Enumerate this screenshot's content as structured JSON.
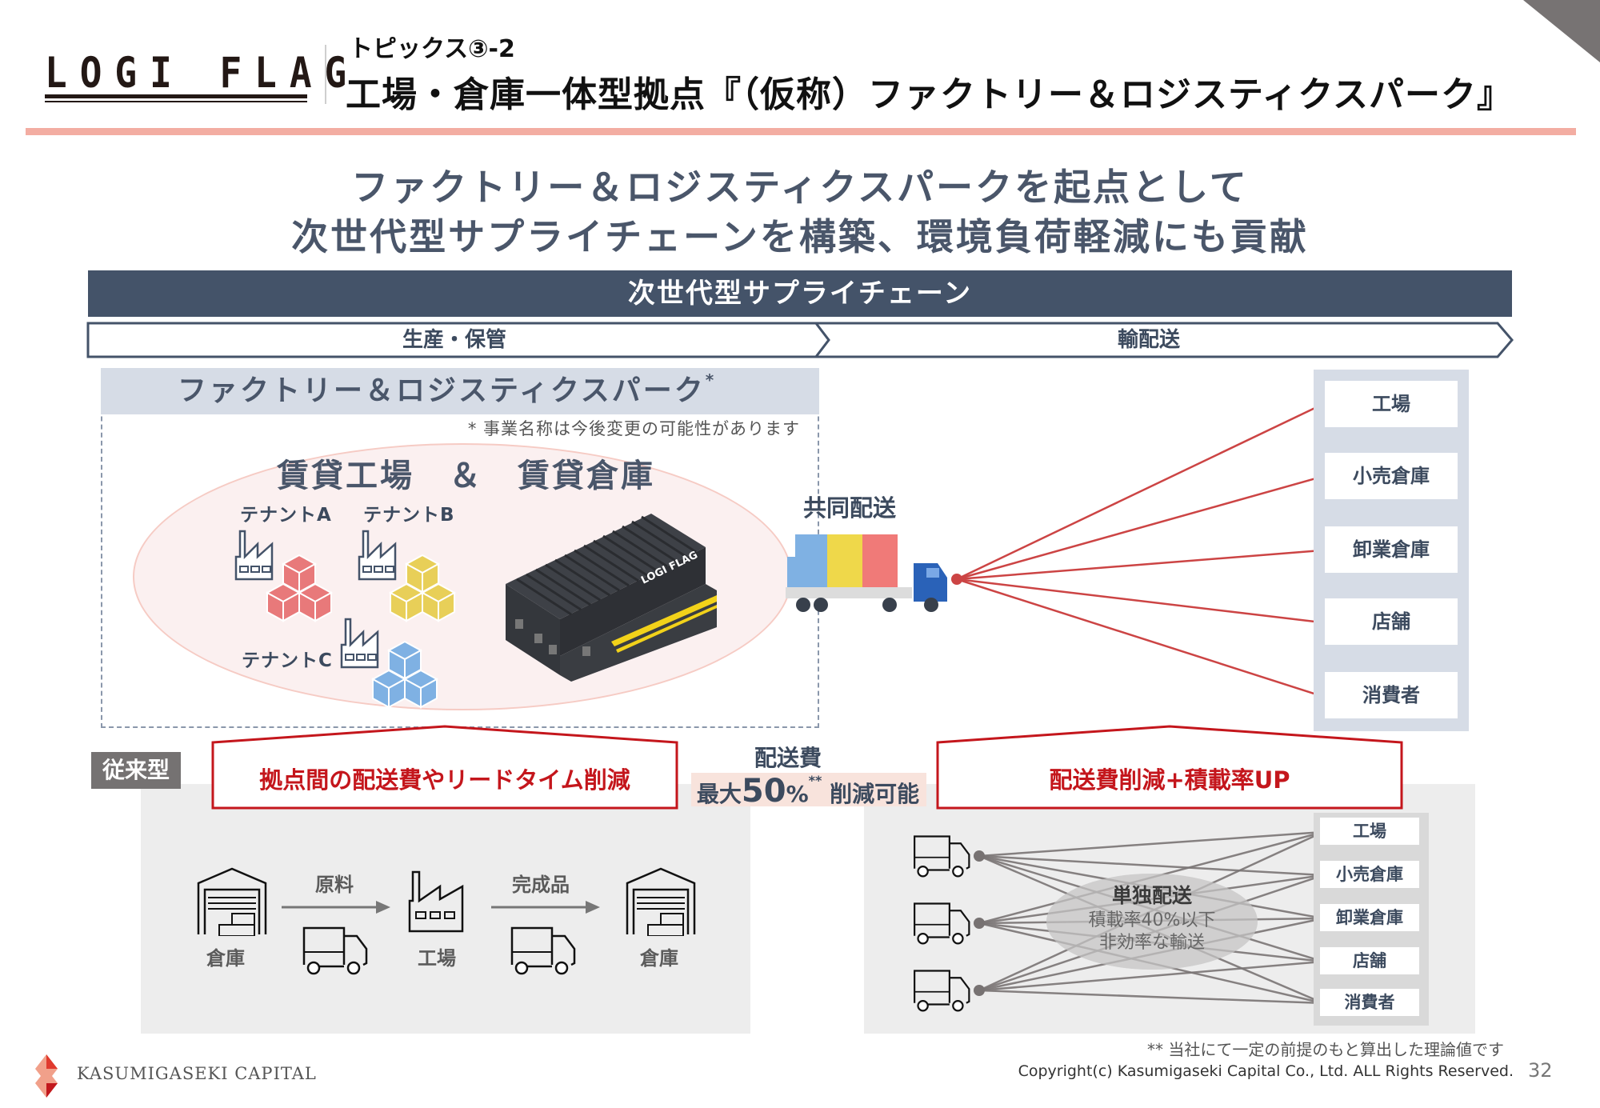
{
  "header": {
    "logo_text": "LOGI FLAG",
    "topic": "トピックス③-2",
    "title": "工場・倉庫一体型拠点『（仮称）ファクトリー＆ロジスティクスパーク』"
  },
  "headline": {
    "line1": "ファクトリー＆ロジスティクスパークを起点として",
    "line2": "次世代型サプライチェーンを構築、環境負荷軽減にも貢献"
  },
  "supply_chain": {
    "banner": "次世代型サプライチェーン",
    "phases": [
      {
        "label": "生産・保管"
      },
      {
        "label": "輸配送"
      }
    ]
  },
  "park": {
    "title": "ファクトリー＆ロジスティクスパーク",
    "title_mark": "*",
    "note": "* 事業名称は今後変更の可能性があります",
    "rental": "賃貸工場　＆　賃貸倉庫",
    "tenants": [
      {
        "label": "テナントA",
        "color": "#e8797a"
      },
      {
        "label": "テナントB",
        "color": "#e8cf58"
      },
      {
        "label": "テナントC",
        "color": "#7fb1e3"
      }
    ],
    "warehouse_sign": "LOGI FLAG"
  },
  "joint_delivery": {
    "label": "共同配送",
    "destinations": [
      "工場",
      "小売倉庫",
      "卸業倉庫",
      "店舗",
      "消費者"
    ],
    "line_color": "#cc4444"
  },
  "benefits": {
    "left": "拠点間の配送費やリードタイム削減",
    "right": "配送費削減+積載率UP",
    "cost_title": "配送費",
    "cost_prefix": "最大",
    "cost_value": "50",
    "cost_unit": "%",
    "cost_mark": "**",
    "cost_suffix": " 削減可能"
  },
  "conventional": {
    "label": "従来型",
    "flow": {
      "nodes": [
        "倉庫",
        "工場",
        "倉庫"
      ],
      "arrows": [
        "原料",
        "完成品"
      ]
    },
    "single_delivery": {
      "title": "単独配送",
      "line1": "積載率40%以下",
      "line2": "非効率な輸送",
      "destinations": [
        "工場",
        "小売倉庫",
        "卸業倉庫",
        "店舗",
        "消費者"
      ]
    }
  },
  "footer": {
    "footnote": "** 当社にて一定の前提のもと算出した理論値です",
    "copyright": "Copyright(c) Kasumigaseki Capital Co., Ltd. ALL Rights Reserved.",
    "page_number": "32",
    "company": "KASUMIGASEKI CAPITAL"
  }
}
